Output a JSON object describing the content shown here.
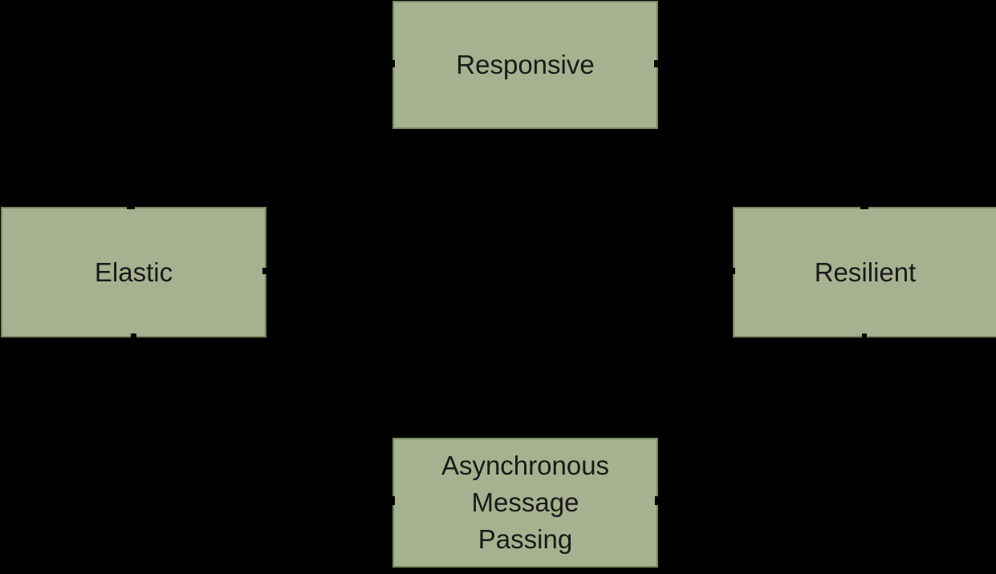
{
  "diagram": {
    "type": "flow-diagram",
    "background_color": "#000000",
    "node_fill_color": "#a6b28f",
    "node_border_color": "#75845d",
    "text_color": "#1a1a1a",
    "nodes": [
      {
        "id": "responsive",
        "label": "Responsive"
      },
      {
        "id": "elastic",
        "label": "Elastic"
      },
      {
        "id": "resilient",
        "label": "Resilient"
      },
      {
        "id": "asynchronous-message-passing",
        "label": "Asynchronous\nMessage\nPassing"
      }
    ]
  }
}
